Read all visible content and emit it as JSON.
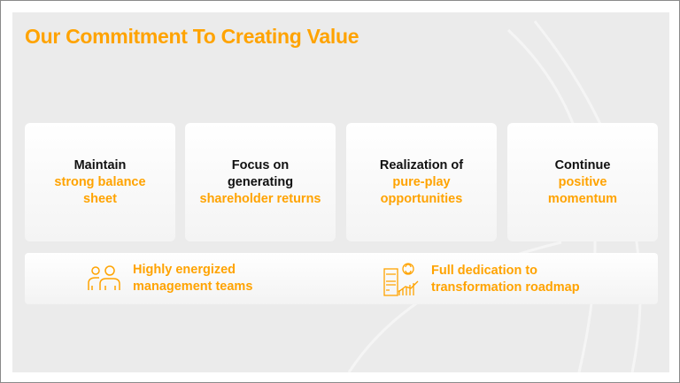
{
  "title": "Our Commitment To Creating Value",
  "cards": [
    {
      "line1": "Maintain",
      "line2": "strong balance",
      "line3": "sheet"
    },
    {
      "line1": "Focus on",
      "line2": "generating",
      "line3": "shareholder returns"
    },
    {
      "line1": "Realization of",
      "line2": "pure-play",
      "line3": "opportunities"
    },
    {
      "line1": "Continue",
      "line2": "positive",
      "line3": "momentum"
    }
  ],
  "band": [
    {
      "icon": "people-icon",
      "line1": "Highly energized",
      "line2": "management teams"
    },
    {
      "icon": "transformation-icon",
      "line1": "Full dedication to",
      "line2": "transformation roadmap"
    }
  ],
  "colors": {
    "accent": "#ffa300",
    "panel": "#ebebeb"
  }
}
